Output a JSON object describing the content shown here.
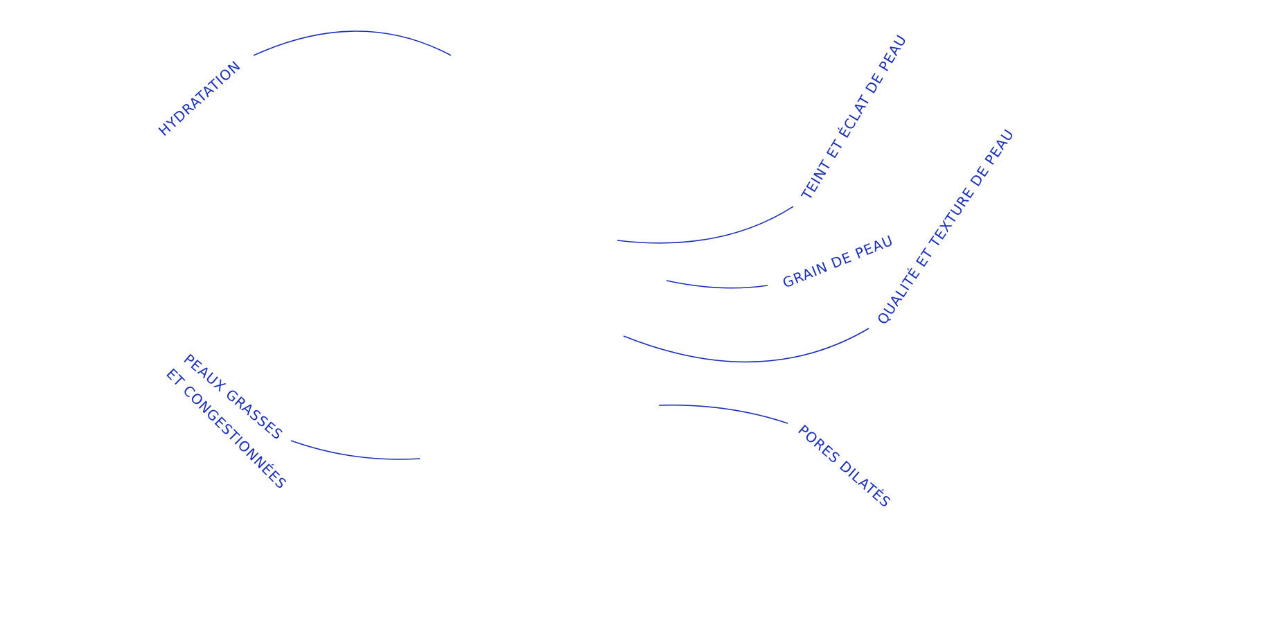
{
  "accent_color": "#1a2fb8",
  "labels": {
    "hydratation": "HYDRATATION",
    "teint": "TEINT ET ÉCLAT DE PEAU",
    "grain": "GRAIN DE PEAU",
    "qualite": "QUALITÉ ET TEXTURE DE PEAU",
    "pores": "PORES DILATÉS",
    "peaux_line1": "PEAUX GRASSES",
    "peaux_line2": "ET CONGESTIONNÉES"
  }
}
